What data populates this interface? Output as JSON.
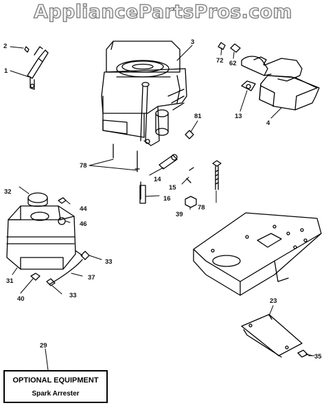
{
  "watermark": "AppliancePartsPros.com",
  "callouts": {
    "c1": "1",
    "c2": "2",
    "c3": "3",
    "c4": "4",
    "c13": "13",
    "c14": "14",
    "c15": "15",
    "c16": "16",
    "c23": "23",
    "c29": "29",
    "c31": "31",
    "c32": "32",
    "c33a": "33",
    "c33b": "33",
    "c35": "35",
    "c37": "37",
    "c39": "39",
    "c40": "40",
    "c44": "44",
    "c46": "46",
    "c62": "62",
    "c72": "72",
    "c78a": "78",
    "c78b": "78",
    "c81": "81"
  },
  "optional_box": {
    "title": "OPTIONAL EQUIPMENT",
    "subtitle": "Spark Arrester"
  }
}
